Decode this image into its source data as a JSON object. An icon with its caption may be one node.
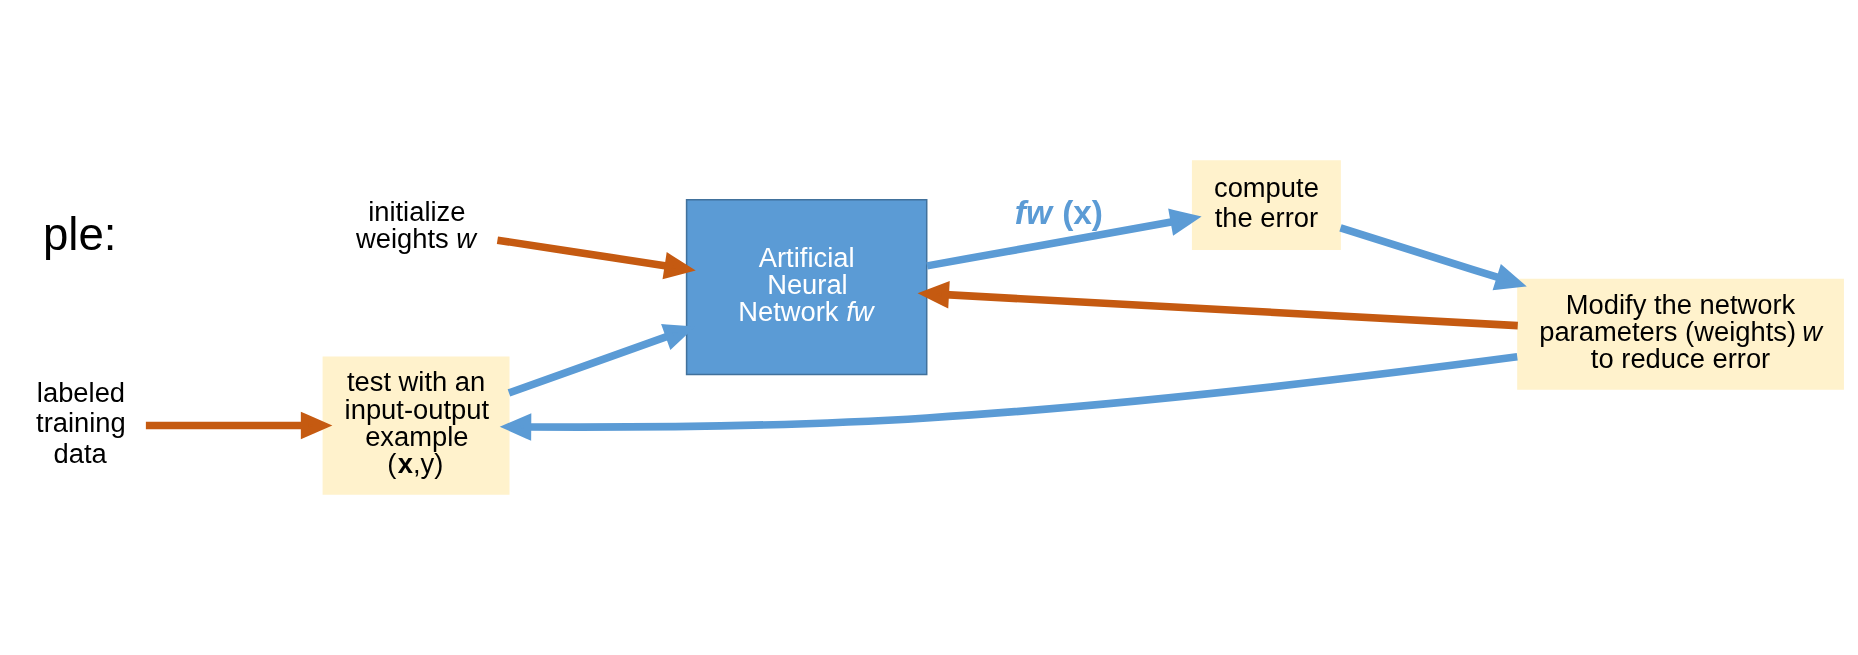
{
  "diagram": {
    "nodes": [
      {
        "text": [
          "initialize weights *w*"
        ]
      },
      {
        "text": [
          "Artificial Neural Network *fw*"
        ]
      },
      {
        "text": [
          "labeled training data"
        ]
      },
      {
        "text": [
          "test with an input-output example (**x**,y)"
        ]
      },
      {
        "text": [
          "compute the error"
        ]
      },
      {
        "text": [
          "Modify the network parameters (weights) *w* to reduce error"
        ]
      }
    ],
    "edges": [
      {
        "from": 0,
        "to": 1,
        "arrow": "to",
        "color": "#c55a11"
      },
      {
        "from": 2,
        "to": 3,
        "arrow": "to",
        "color": "#c55a11"
      },
      {
        "from": 3,
        "to": 1,
        "arrow": "to"
      },
      {
        "from": 1,
        "to": 4,
        "arrow": "to",
        "label": "*fw* (x)"
      },
      {
        "from": 4,
        "to": 5,
        "arrow": "to"
      },
      {
        "from": 5,
        "to": 3,
        "arrow": "to"
      },
      {
        "from": 5,
        "to": 1,
        "arrow": "to",
        "color": "#c55a11"
      }
    ],
    "labels": [
      "ple:"
    ]
  }
}
